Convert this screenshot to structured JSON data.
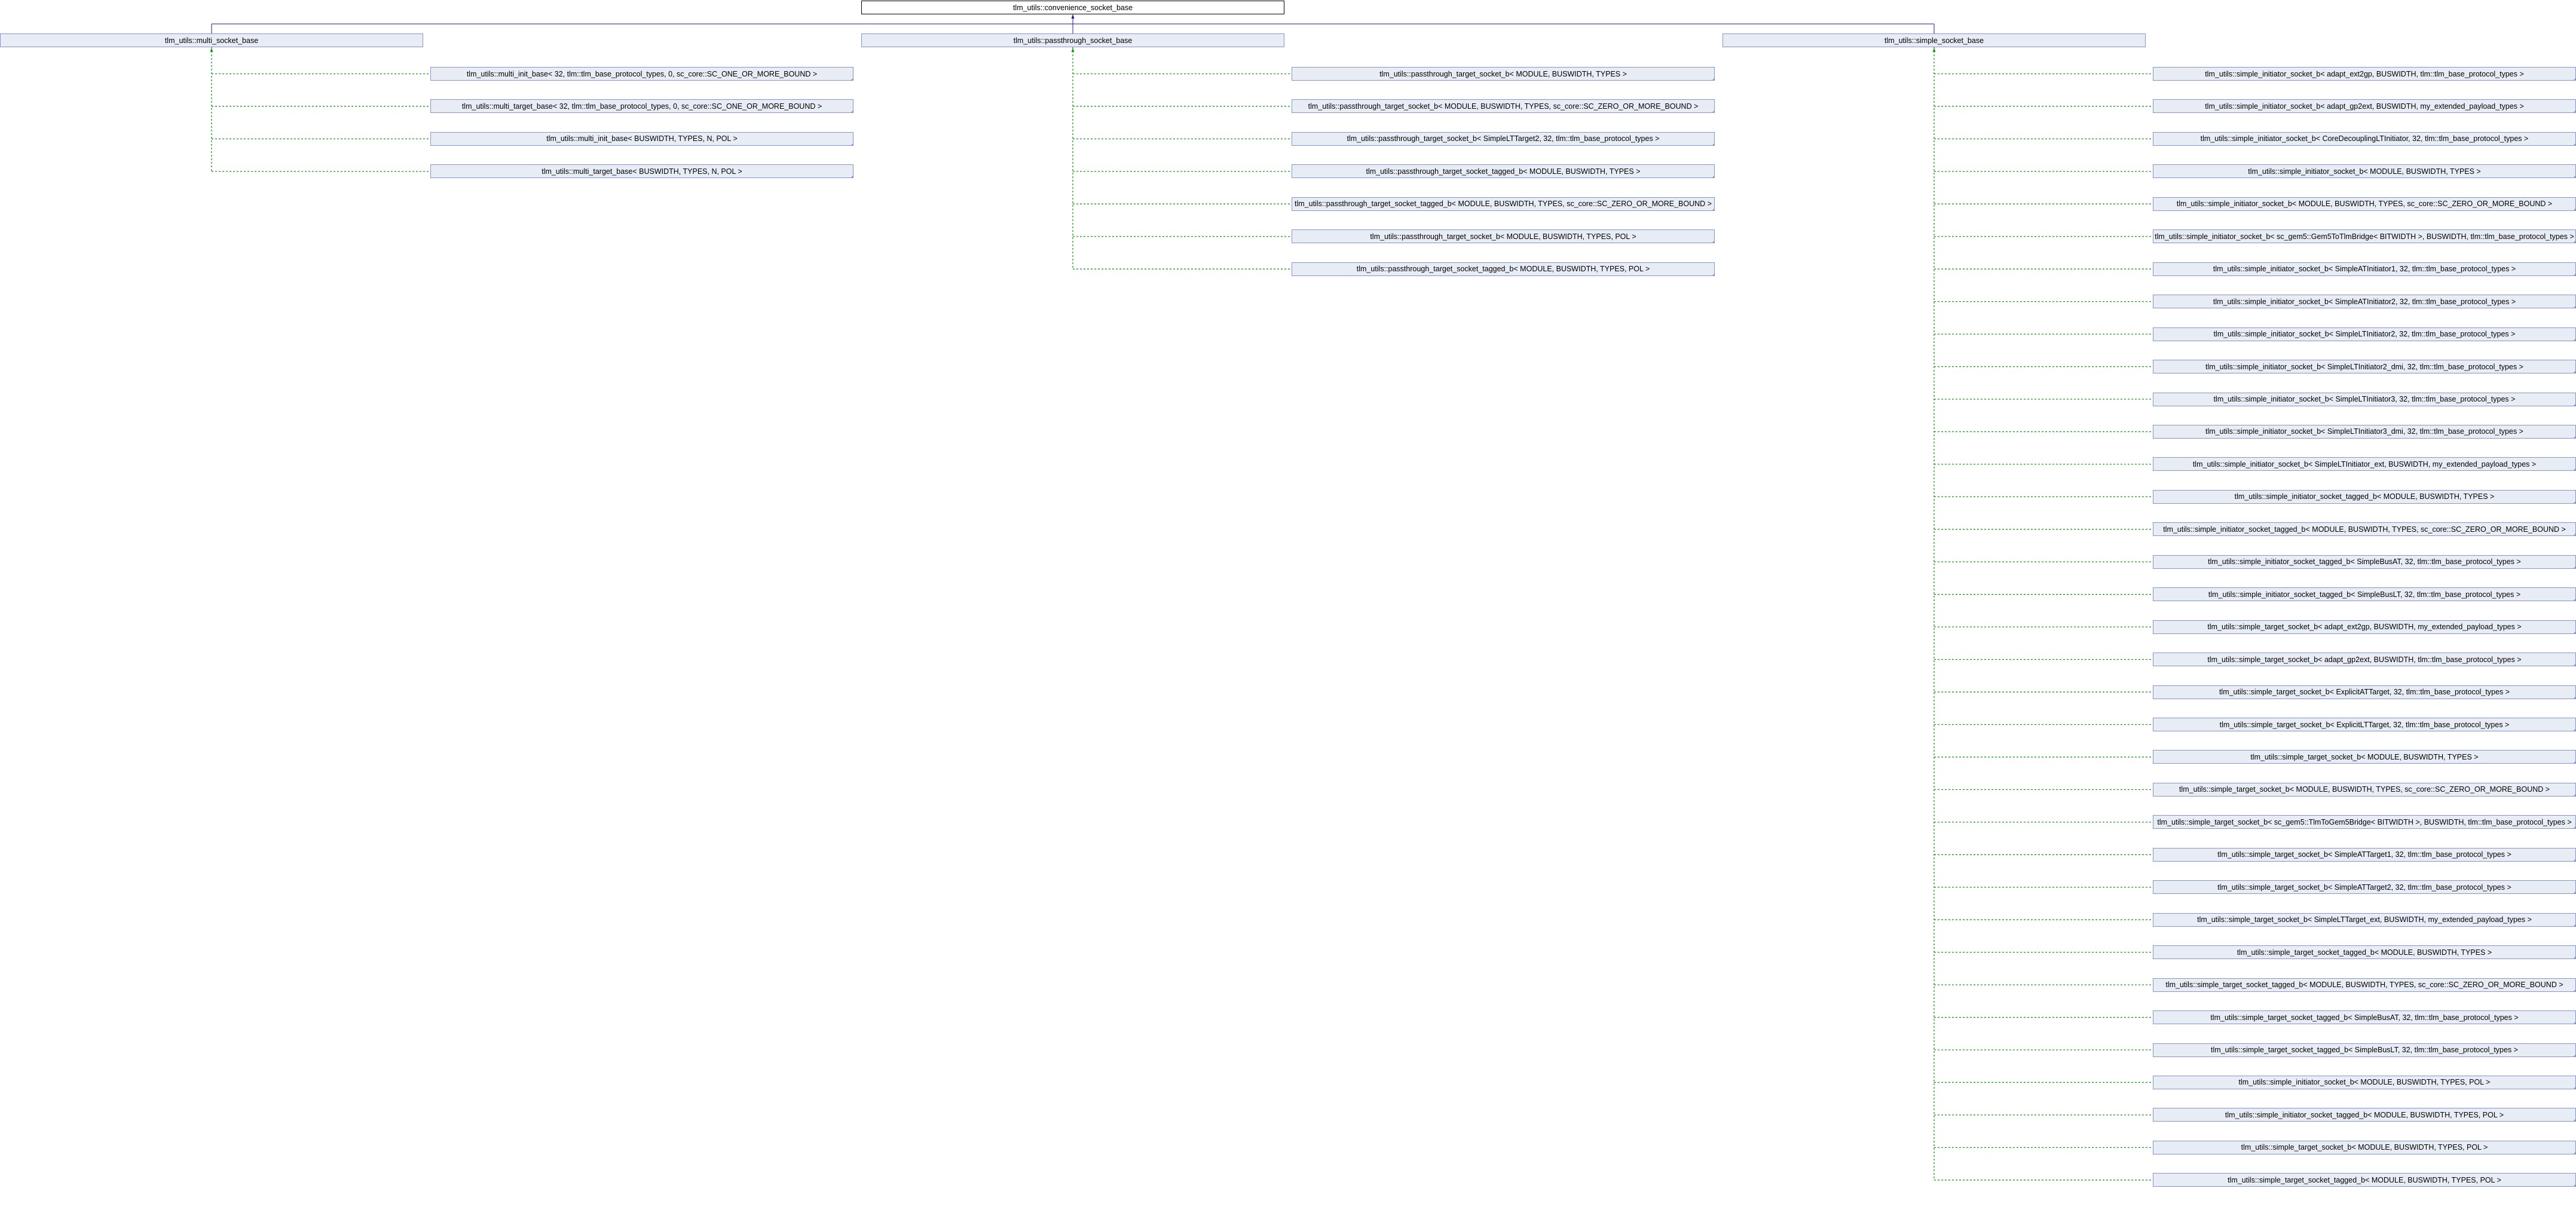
{
  "diagram": {
    "root": "tlm_utils::convenience_socket_base",
    "colors": {
      "inherit": "#1a1a9c",
      "template": "#1a9c1a",
      "node_fill": "#e8ecf5",
      "node_border": "#8397ca"
    },
    "groups": [
      {
        "name": "tlm_utils::multi_socket_base",
        "children": [
          "tlm_utils::multi_init_base< 32, tlm::tlm_base_protocol_types, 0, sc_core::SC_ONE_OR_MORE_BOUND >",
          "tlm_utils::multi_target_base< 32, tlm::tlm_base_protocol_types, 0, sc_core::SC_ONE_OR_MORE_BOUND >",
          "tlm_utils::multi_init_base< BUSWIDTH, TYPES, N, POL >",
          "tlm_utils::multi_target_base< BUSWIDTH, TYPES, N, POL >"
        ]
      },
      {
        "name": "tlm_utils::passthrough_socket_base",
        "children": [
          "tlm_utils::passthrough_target_socket_b< MODULE, BUSWIDTH, TYPES >",
          "tlm_utils::passthrough_target_socket_b< MODULE, BUSWIDTH, TYPES, sc_core::SC_ZERO_OR_MORE_BOUND >",
          "tlm_utils::passthrough_target_socket_b< SimpleLTTarget2, 32, tlm::tlm_base_protocol_types >",
          "tlm_utils::passthrough_target_socket_tagged_b< MODULE, BUSWIDTH, TYPES >",
          "tlm_utils::passthrough_target_socket_tagged_b< MODULE, BUSWIDTH, TYPES, sc_core::SC_ZERO_OR_MORE_BOUND >",
          "tlm_utils::passthrough_target_socket_b< MODULE, BUSWIDTH, TYPES, POL >",
          "tlm_utils::passthrough_target_socket_tagged_b< MODULE, BUSWIDTH, TYPES, POL >"
        ]
      },
      {
        "name": "tlm_utils::simple_socket_base",
        "children": [
          "tlm_utils::simple_initiator_socket_b< adapt_ext2gp, BUSWIDTH, tlm::tlm_base_protocol_types >",
          "tlm_utils::simple_initiator_socket_b< adapt_gp2ext, BUSWIDTH, my_extended_payload_types >",
          "tlm_utils::simple_initiator_socket_b< CoreDecouplingLTInitiator, 32, tlm::tlm_base_protocol_types >",
          "tlm_utils::simple_initiator_socket_b< MODULE, BUSWIDTH, TYPES >",
          "tlm_utils::simple_initiator_socket_b< MODULE, BUSWIDTH, TYPES, sc_core::SC_ZERO_OR_MORE_BOUND >",
          "tlm_utils::simple_initiator_socket_b< sc_gem5::Gem5ToTlmBridge< BITWIDTH >, BUSWIDTH, tlm::tlm_base_protocol_types >",
          "tlm_utils::simple_initiator_socket_b< SimpleATInitiator1, 32, tlm::tlm_base_protocol_types >",
          "tlm_utils::simple_initiator_socket_b< SimpleATInitiator2, 32, tlm::tlm_base_protocol_types >",
          "tlm_utils::simple_initiator_socket_b< SimpleLTInitiator2, 32, tlm::tlm_base_protocol_types >",
          "tlm_utils::simple_initiator_socket_b< SimpleLTInitiator2_dmi, 32, tlm::tlm_base_protocol_types >",
          "tlm_utils::simple_initiator_socket_b< SimpleLTInitiator3, 32, tlm::tlm_base_protocol_types >",
          "tlm_utils::simple_initiator_socket_b< SimpleLTInitiator3_dmi, 32, tlm::tlm_base_protocol_types >",
          "tlm_utils::simple_initiator_socket_b< SimpleLTInitiator_ext, BUSWIDTH, my_extended_payload_types >",
          "tlm_utils::simple_initiator_socket_tagged_b< MODULE, BUSWIDTH, TYPES >",
          "tlm_utils::simple_initiator_socket_tagged_b< MODULE, BUSWIDTH, TYPES, sc_core::SC_ZERO_OR_MORE_BOUND >",
          "tlm_utils::simple_initiator_socket_tagged_b< SimpleBusAT, 32, tlm::tlm_base_protocol_types >",
          "tlm_utils::simple_initiator_socket_tagged_b< SimpleBusLT, 32, tlm::tlm_base_protocol_types >",
          "tlm_utils::simple_target_socket_b< adapt_ext2gp, BUSWIDTH, my_extended_payload_types >",
          "tlm_utils::simple_target_socket_b< adapt_gp2ext, BUSWIDTH, tlm::tlm_base_protocol_types >",
          "tlm_utils::simple_target_socket_b< ExplicitATTarget, 32, tlm::tlm_base_protocol_types >",
          "tlm_utils::simple_target_socket_b< ExplicitLTTarget, 32, tlm::tlm_base_protocol_types >",
          "tlm_utils::simple_target_socket_b< MODULE, BUSWIDTH, TYPES >",
          "tlm_utils::simple_target_socket_b< MODULE, BUSWIDTH, TYPES, sc_core::SC_ZERO_OR_MORE_BOUND >",
          "tlm_utils::simple_target_socket_b< sc_gem5::TlmToGem5Bridge< BITWIDTH >, BUSWIDTH, tlm::tlm_base_protocol_types >",
          "tlm_utils::simple_target_socket_b< SimpleATTarget1, 32, tlm::tlm_base_protocol_types >",
          "tlm_utils::simple_target_socket_b< SimpleATTarget2, 32, tlm::tlm_base_protocol_types >",
          "tlm_utils::simple_target_socket_b< SimpleLTTarget_ext, BUSWIDTH, my_extended_payload_types >",
          "tlm_utils::simple_target_socket_tagged_b< MODULE, BUSWIDTH, TYPES >",
          "tlm_utils::simple_target_socket_tagged_b< MODULE, BUSWIDTH, TYPES, sc_core::SC_ZERO_OR_MORE_BOUND >",
          "tlm_utils::simple_target_socket_tagged_b< SimpleBusAT, 32, tlm::tlm_base_protocol_types >",
          "tlm_utils::simple_target_socket_tagged_b< SimpleBusLT, 32, tlm::tlm_base_protocol_types >",
          "tlm_utils::simple_initiator_socket_b< MODULE, BUSWIDTH, TYPES, POL >",
          "tlm_utils::simple_initiator_socket_tagged_b< MODULE, BUSWIDTH, TYPES, POL >",
          "tlm_utils::simple_target_socket_b< MODULE, BUSWIDTH, TYPES, POL >",
          "tlm_utils::simple_target_socket_tagged_b< MODULE, BUSWIDTH, TYPES, POL >"
        ]
      }
    ]
  }
}
